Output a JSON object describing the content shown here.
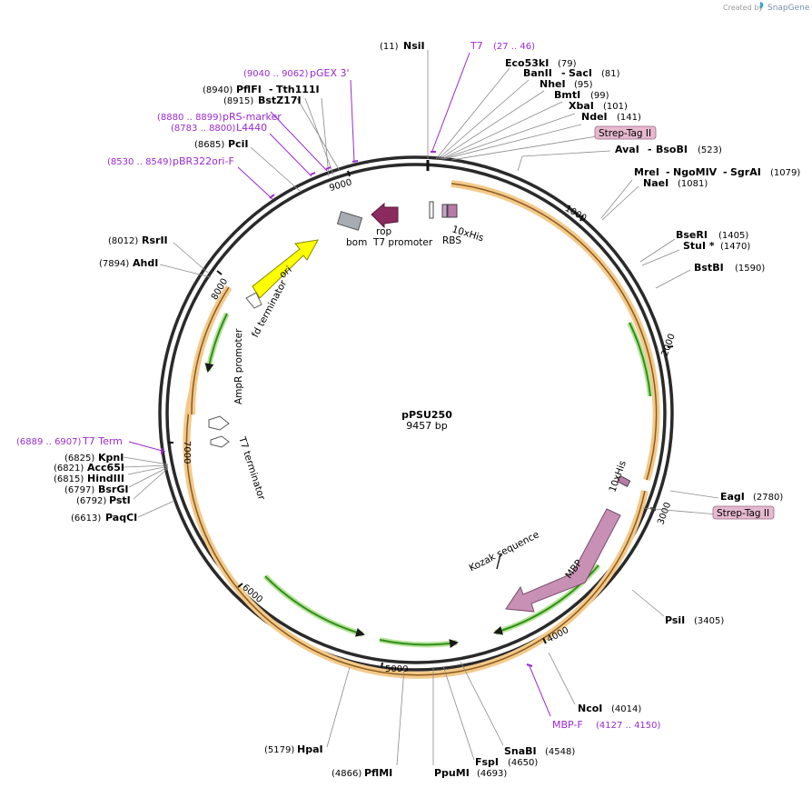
{
  "credit": {
    "prefix": "Created by",
    "brand": "SnapGene"
  },
  "plasmid": {
    "name": "pPSU250",
    "length": "9457 bp"
  },
  "ticks": [
    "1000",
    "2000",
    "3000",
    "4000",
    "5000",
    "6000",
    "7000",
    "8000",
    "9000"
  ],
  "sites": [
    {
      "name": "NsiI",
      "pos": "(11)"
    },
    {
      "name": "Eco53kI",
      "pos": "(79)"
    },
    {
      "name": "BanII",
      "pos": ""
    },
    {
      "name": "SacI",
      "pos": "(81)"
    },
    {
      "name": "NheI",
      "pos": "(95)"
    },
    {
      "name": "BmtI",
      "pos": "(99)"
    },
    {
      "name": "XbaI",
      "pos": "(101)"
    },
    {
      "name": "NdeI",
      "pos": "(141)"
    },
    {
      "name": "AvaI",
      "pos": ""
    },
    {
      "name": "BsoBI",
      "pos": "(523)"
    },
    {
      "name": "MreI",
      "pos": ""
    },
    {
      "name": "NgoMIV",
      "pos": ""
    },
    {
      "name": "SgrAI",
      "pos": "(1079)"
    },
    {
      "name": "NaeI",
      "pos": "(1081)"
    },
    {
      "name": "BseRI",
      "pos": "(1405)"
    },
    {
      "name": "StuI *",
      "pos": "(1470)"
    },
    {
      "name": "BstBI",
      "pos": "(1590)"
    },
    {
      "name": "EagI",
      "pos": "(2780)"
    },
    {
      "name": "PsiI",
      "pos": "(3405)"
    },
    {
      "name": "NcoI",
      "pos": "(4014)"
    },
    {
      "name": "SnaBI",
      "pos": "(4548)"
    },
    {
      "name": "FspI",
      "pos": "(4650)"
    },
    {
      "name": "PpuMI",
      "pos": "(4693)"
    },
    {
      "name": "PflMI",
      "pos": "(4866)"
    },
    {
      "name": "HpaI",
      "pos": "(5179)"
    },
    {
      "name": "PaqCI",
      "pos": "(6613)"
    },
    {
      "name": "PstI",
      "pos": "(6792)"
    },
    {
      "name": "BsrGI",
      "pos": "(6797)"
    },
    {
      "name": "HindIII",
      "pos": "(6815)"
    },
    {
      "name": "Acc65I",
      "pos": "(6821)"
    },
    {
      "name": "KpnI",
      "pos": "(6825)"
    },
    {
      "name": "AhdI",
      "pos": "(7894)"
    },
    {
      "name": "RsrII",
      "pos": "(8012)"
    },
    {
      "name": "PciI",
      "pos": "(8685)"
    },
    {
      "name": "BstZ17I",
      "pos": "(8915)"
    },
    {
      "name": "PflFI",
      "pos": "(8940)"
    },
    {
      "name": "Tth111I",
      "pos": ""
    }
  ],
  "primers": [
    {
      "name": "T7",
      "range": "(27 .. 46)"
    },
    {
      "name": "pGEX 3'",
      "range": "(9040 .. 9062)"
    },
    {
      "name": "pRS-marker",
      "range": "(8880 .. 8899)"
    },
    {
      "name": "L4440",
      "range": "(8783 .. 8800)"
    },
    {
      "name": "pBR322ori-F",
      "range": "(8530 .. 8549)"
    },
    {
      "name": "T7 Term",
      "range": "(6889 .. 6907)"
    },
    {
      "name": "MBP-F",
      "range": "(4127 .. 4150)"
    }
  ],
  "tags": [
    "Strep-Tag II",
    "Strep-Tag II"
  ],
  "features": [
    "ori",
    "fd terminator",
    "bom",
    "rop",
    "T7 promoter",
    "RBS",
    "10xHis",
    "10xHis",
    "MBP",
    "Kozak sequence",
    "AmpR promoter",
    "T7 terminator"
  ],
  "colors": {
    "outer_ring": "#2a2a2a",
    "primer": "#9b2bd1",
    "orf_fill": "#f3c98a",
    "orf_line": "#8a5a1c",
    "green_arrow": "#2f8f1a",
    "ori": "#ffff00",
    "rop": "#8b2a5c",
    "mbp": "#c890b4",
    "bom": "#a7acb3",
    "tag_box": "#e6b9cf"
  }
}
